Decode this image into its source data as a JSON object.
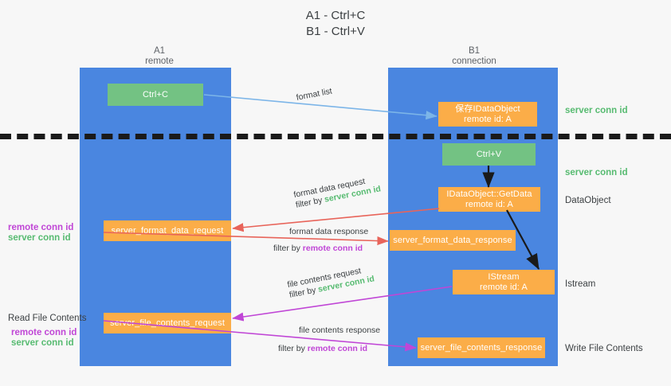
{
  "title": {
    "line1": "A1 - Ctrl+C",
    "line2": "B1 - Ctrl+V"
  },
  "lanes": [
    {
      "id": "a1",
      "name": "A1",
      "sub": "remote"
    },
    {
      "id": "b1",
      "name": "B1",
      "sub": "connection"
    }
  ],
  "colors": {
    "background": "#f7f7f7",
    "lane": "#4a86e0",
    "green_box": "#73c283",
    "orange_box": "#fbad48",
    "server_conn_id": "#57bb71",
    "remote_conn_id": "#c046d6",
    "arrow_blue": "#7cb5e8",
    "arrow_red": "#e8645a",
    "arrow_magenta": "#c046d6",
    "arrow_black": "#1a1a1a",
    "divider": "#1a1a1a"
  },
  "nodes": {
    "ctrl_c": {
      "label": "Ctrl+C",
      "kind": "green"
    },
    "ctrl_v": {
      "label": "Ctrl+V",
      "kind": "green"
    },
    "save_idataobject": {
      "line1": "保存IDataObject",
      "line2": "remote id: A",
      "kind": "orange"
    },
    "getdata": {
      "line1": "IDataObject::GetData",
      "line2": "remote id: A",
      "kind": "orange"
    },
    "istream": {
      "line1": "IStream",
      "line2": "remote id: A",
      "kind": "orange"
    },
    "server_format_data_request": {
      "label": "server_format_data_request",
      "kind": "orange"
    },
    "server_format_data_response": {
      "label": "server_format_data_response",
      "kind": "orange"
    },
    "server_file_contents_request": {
      "label": "server_file_contents_request",
      "kind": "orange"
    },
    "server_file_contents_response": {
      "label": "server_file_contents_response",
      "kind": "orange"
    }
  },
  "right_labels": {
    "server_conn_id_top": "server conn id",
    "server_conn_id_mid": "server conn id",
    "dataobject": "DataObject",
    "istream": "Istream",
    "write_file_contents": "Write File Contents"
  },
  "left_labels": {
    "remote_conn_id_1": "remote conn id",
    "server_conn_id_1": "server conn id",
    "read_file_contents": "Read File Contents",
    "remote_conn_id_2": "remote conn id",
    "server_conn_id_2": "server conn id"
  },
  "edges": {
    "format_list": {
      "label": "format list"
    },
    "format_data_request": {
      "line1": "format data request",
      "filter_prefix": "filter by ",
      "filter_key": "server conn id",
      "filter_color": "server"
    },
    "format_data_response": {
      "line1": "format data response",
      "filter_prefix": "filter by ",
      "filter_key": "remote conn id",
      "filter_color": "remote"
    },
    "file_contents_request": {
      "line1": "file contents request",
      "filter_prefix": "filter by ",
      "filter_key": "server conn id",
      "filter_color": "server"
    },
    "file_contents_response": {
      "line1": "file contents response",
      "filter_prefix": "filter by ",
      "filter_key": "remote conn id",
      "filter_color": "remote"
    }
  }
}
